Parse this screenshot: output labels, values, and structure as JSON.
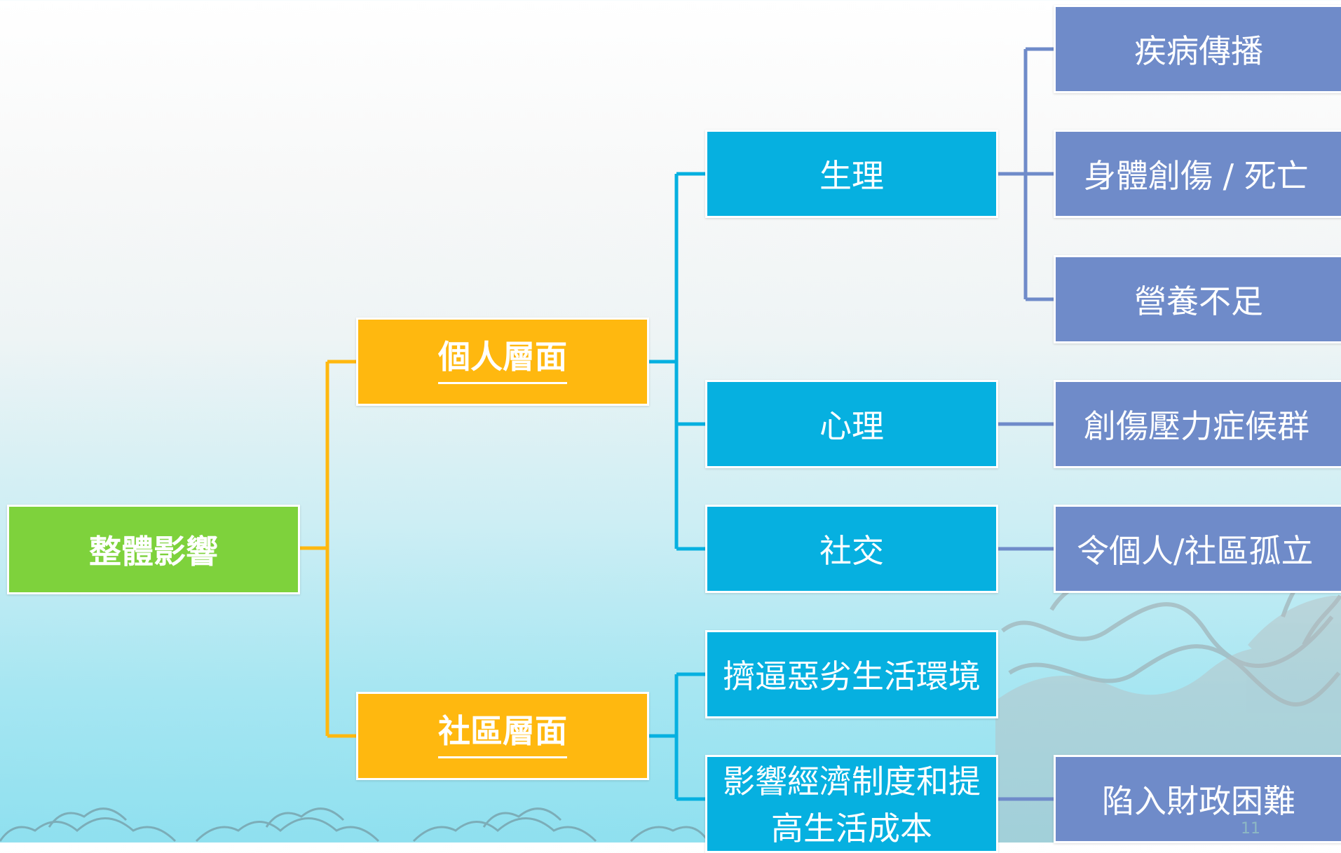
{
  "root": {
    "label": "整體影響"
  },
  "level1": {
    "individual": "個人層面",
    "community": "社區層面"
  },
  "level2": {
    "physiological": "生理",
    "psychological": "心理",
    "social": "社交",
    "crowded": "擠逼惡劣生活環境",
    "economic_line1": "影響經濟制度和提",
    "economic_line2": "高生活成本"
  },
  "level3": {
    "disease": "疾病傳播",
    "injury": "身體創傷 / 死亡",
    "malnutrition": "營養不足",
    "ptsd": "創傷壓力症候群",
    "isolation": "令個人/社區孤立",
    "financial": "陷入財政困難"
  },
  "page_number": "11",
  "colors": {
    "root": "#7ed23c",
    "level1": "#ffb80f",
    "level2": "#06b0e0",
    "level3": "#6f8bc9",
    "connector_orange": "#ffb80f",
    "connector_blue": "#06b0e0",
    "connector_slate": "#6f8bc9"
  }
}
